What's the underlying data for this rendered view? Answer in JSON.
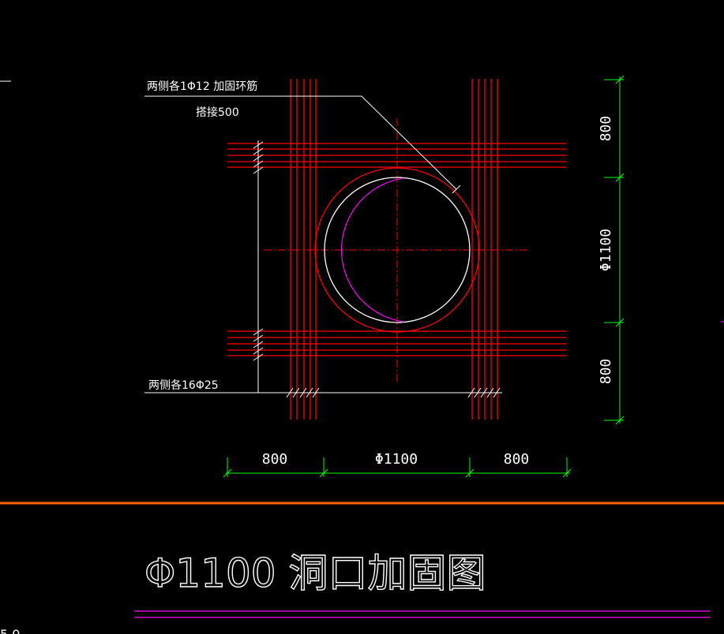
{
  "drawing": {
    "title": "Φ1100 洞口加固图",
    "scale_fragment": "5 0",
    "notes": {
      "ring_rebar_line1": "两侧各1Φ12 加固环筋",
      "ring_rebar_line2": "搭接500",
      "main_rebar": "两侧各16Φ25"
    },
    "dimensions": {
      "bottom": [
        "800",
        "Φ1100",
        "800"
      ],
      "right": [
        "800",
        "Φ1100",
        "800"
      ]
    }
  },
  "colors": {
    "background": "#000000",
    "rebar": "#ff0000",
    "outline": "#ffffff",
    "dimension": "#00ff00",
    "arc": "#ff00ff",
    "separator": "#ff6600",
    "title_underline": "#ff00ff"
  }
}
